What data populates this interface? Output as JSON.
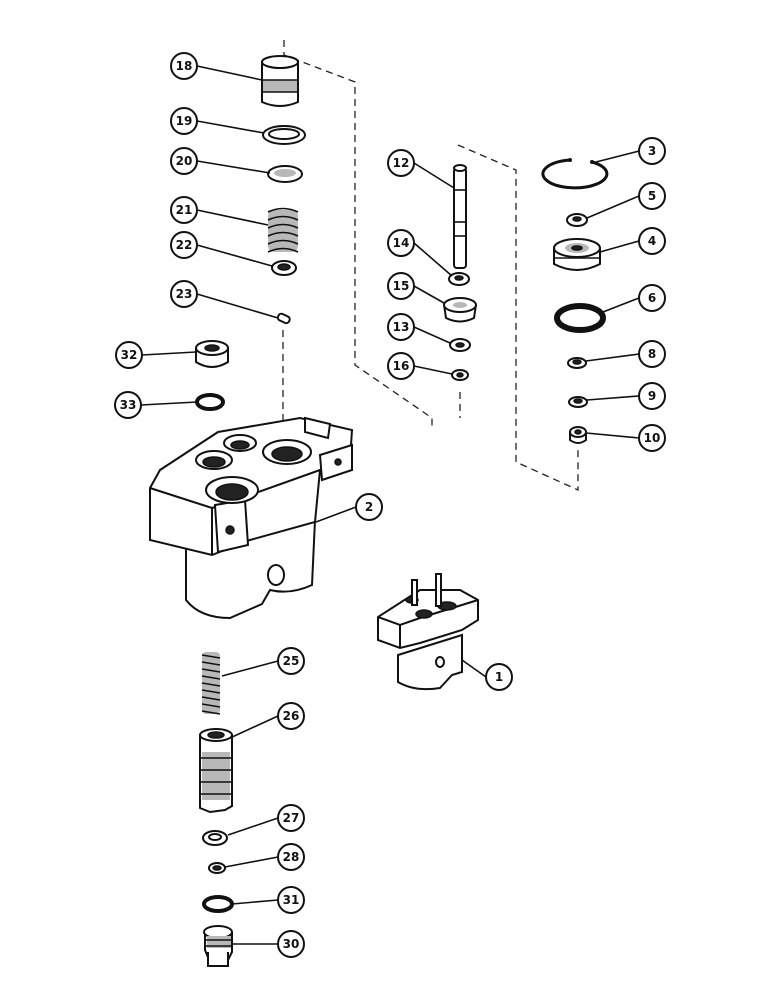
{
  "callouts": [
    {
      "id": "c18",
      "label": "18"
    },
    {
      "id": "c19",
      "label": "19"
    },
    {
      "id": "c20",
      "label": "20"
    },
    {
      "id": "c21",
      "label": "21"
    },
    {
      "id": "c22",
      "label": "22"
    },
    {
      "id": "c23",
      "label": "23"
    },
    {
      "id": "c32",
      "label": "32"
    },
    {
      "id": "c33",
      "label": "33"
    },
    {
      "id": "c12",
      "label": "12"
    },
    {
      "id": "c14",
      "label": "14"
    },
    {
      "id": "c15",
      "label": "15"
    },
    {
      "id": "c13",
      "label": "13"
    },
    {
      "id": "c16",
      "label": "16"
    },
    {
      "id": "c3",
      "label": "3"
    },
    {
      "id": "c5",
      "label": "5"
    },
    {
      "id": "c4",
      "label": "4"
    },
    {
      "id": "c6",
      "label": "6"
    },
    {
      "id": "c8",
      "label": "8"
    },
    {
      "id": "c9",
      "label": "9"
    },
    {
      "id": "c10",
      "label": "10"
    },
    {
      "id": "c2",
      "label": "2"
    },
    {
      "id": "c1",
      "label": "1"
    },
    {
      "id": "c25",
      "label": "25"
    },
    {
      "id": "c26",
      "label": "26"
    },
    {
      "id": "c27",
      "label": "27"
    },
    {
      "id": "c28",
      "label": "28"
    },
    {
      "id": "c31",
      "label": "31"
    },
    {
      "id": "c30",
      "label": "30"
    }
  ]
}
